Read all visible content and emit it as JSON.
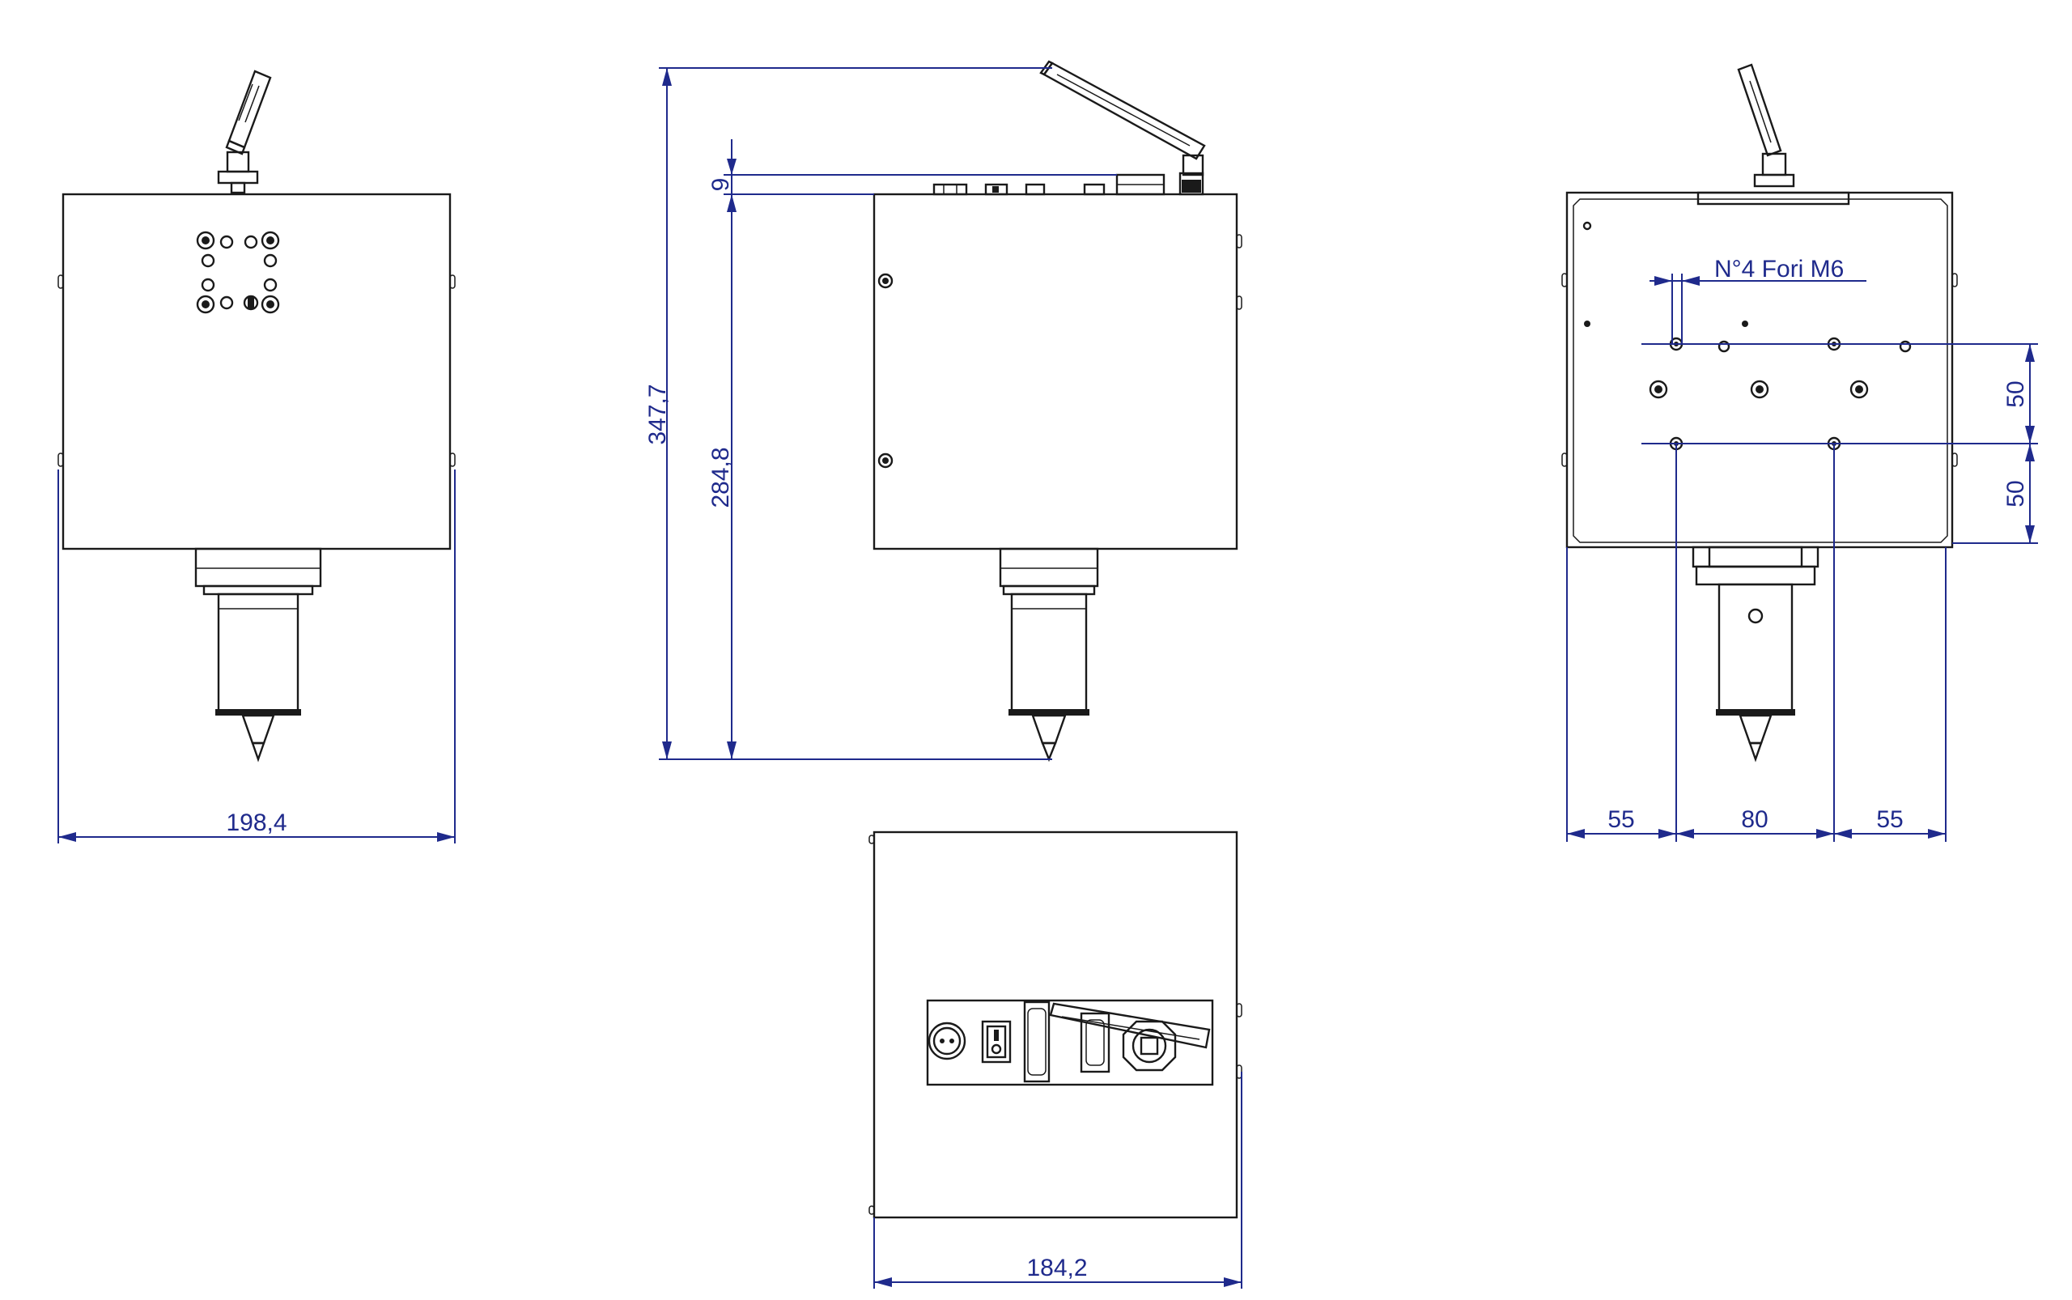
{
  "dimensions": {
    "front_width": "198,4",
    "total_height": "347,7",
    "body_height": "284,8",
    "top_offset": "9",
    "bottom_width": "184,2",
    "back_left": "55",
    "back_center": "80",
    "back_right": "55",
    "back_upper": "50",
    "back_lower": "50"
  },
  "labels": {
    "holes_note": "N°4 Fori  M6"
  },
  "colors": {
    "dimension_line": "#1f2a8c",
    "object_line": "#1a1a1a"
  }
}
